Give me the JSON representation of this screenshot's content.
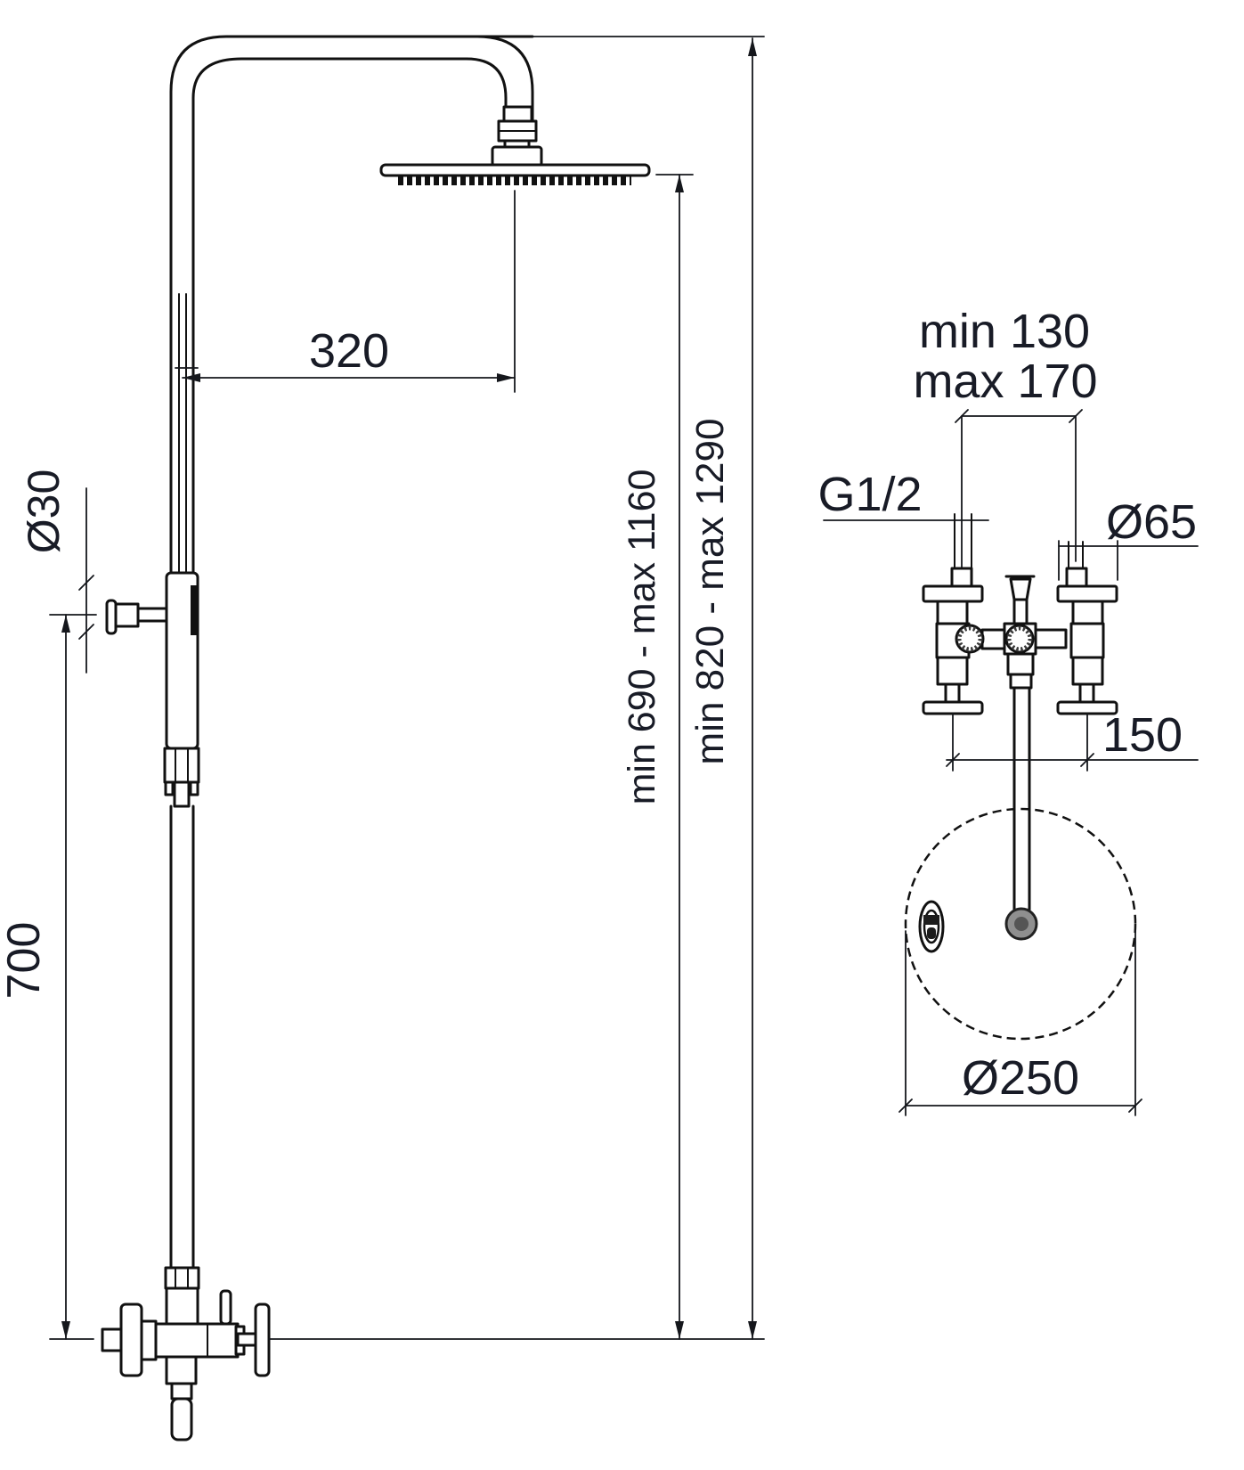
{
  "drawing": {
    "title": "Shower column with rain head and cross-handle mixer - dimensional drawing",
    "views": [
      "front view",
      "top view"
    ],
    "line_color": "#111111",
    "text_color": "#181b26",
    "background": "#ffffff"
  },
  "front_view": {
    "labels": {
      "arm_reach": "320",
      "riser_diameter": "Ø30",
      "slide_bar_length": "700",
      "head_min_max": "min 690 - max 1160",
      "column_min_max": "min 820 - max 1290"
    }
  },
  "top_view": {
    "labels": {
      "inlet_spacing_min": "min 130",
      "inlet_spacing_max": "max 170",
      "thread": "G1/2",
      "escutcheon_diameter": "Ø65",
      "body_spacing": "150",
      "head_diameter": "Ø250"
    }
  }
}
